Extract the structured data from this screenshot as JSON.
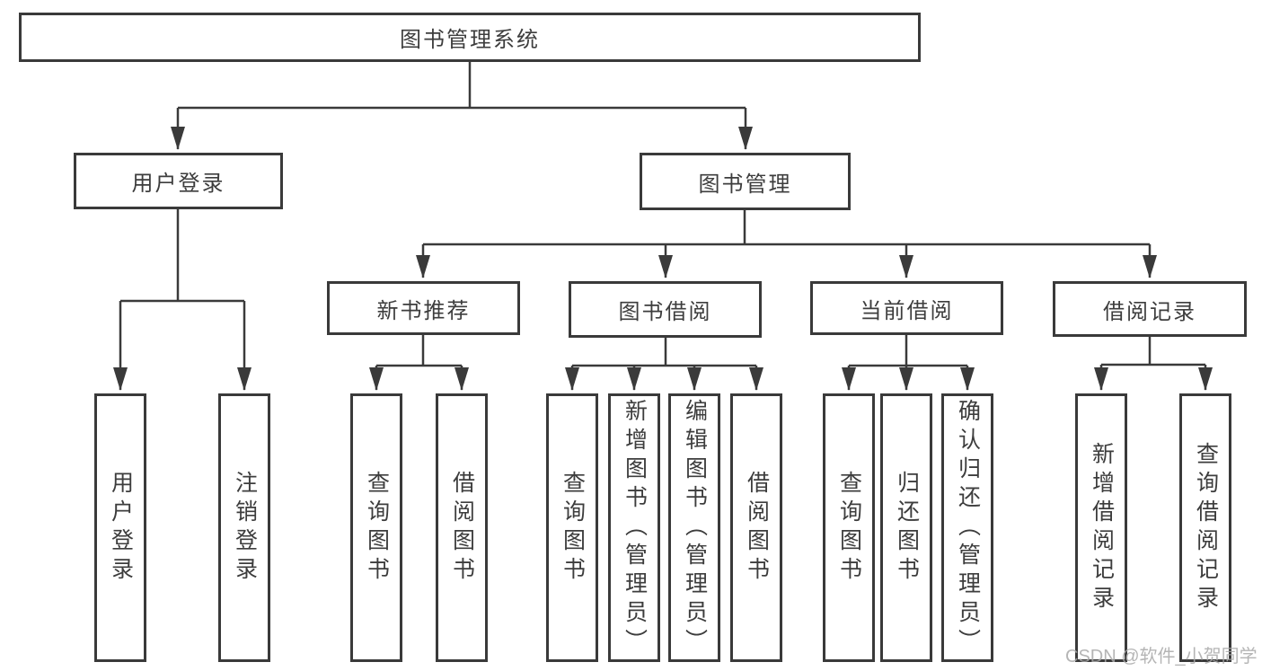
{
  "tree": {
    "label": "图书管理系统",
    "children": [
      {
        "label": "用户登录",
        "children": [
          {
            "label": "用户登录"
          },
          {
            "label": "注销登录"
          }
        ]
      },
      {
        "label": "图书管理",
        "children": [
          {
            "label": "新书推荐",
            "children": [
              {
                "label": "查询图书"
              },
              {
                "label": "借阅图书"
              }
            ]
          },
          {
            "label": "图书借阅",
            "children": [
              {
                "label": "查询图书"
              },
              {
                "label": "新增图书（管理员）"
              },
              {
                "label": "编辑图书（管理员）"
              },
              {
                "label": "借阅图书"
              }
            ]
          },
          {
            "label": "当前借阅",
            "children": [
              {
                "label": "查询图书"
              },
              {
                "label": "归还图书"
              },
              {
                "label": "确认归还（管理员）"
              }
            ]
          },
          {
            "label": "借阅记录",
            "children": [
              {
                "label": "新增借阅记录"
              },
              {
                "label": "查询借阅记录"
              }
            ]
          }
        ]
      }
    ]
  },
  "watermark": {
    "text": "CSDN @软件_小贺同学"
  },
  "colors": {
    "line": "#3a3a3a",
    "text": "#3d3d3d",
    "watermark_text": "#a9a9a9",
    "background": "#ffffff"
  }
}
